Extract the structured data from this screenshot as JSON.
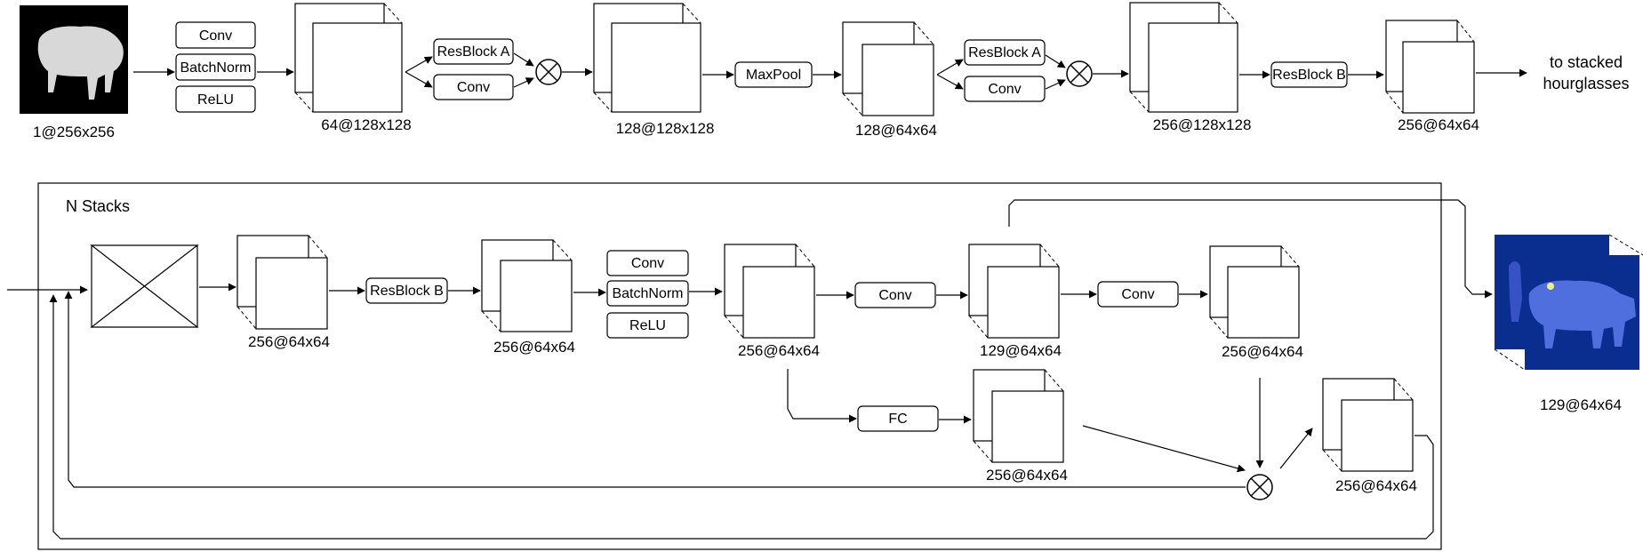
{
  "colors": {
    "line": "#000000",
    "heatmap_bg": "#0a2e8f",
    "heatmap_shape": "#4f6fdf",
    "heatmap_dark": "#3652c4",
    "keypoint": "#f2f27a"
  },
  "top": {
    "input_dim": "1@256x256",
    "stem": [
      "Conv",
      "BatchNorm",
      "ReLU"
    ],
    "dims": [
      "64@128x128",
      "128@128x128",
      "128@64x64",
      "256@128x128",
      "256@64x64"
    ],
    "resblock_a": "ResBlock A",
    "conv": "Conv",
    "maxpool": "MaxPool",
    "resblock_b": "ResBlock B",
    "output_line1": "to stacked",
    "output_line2": "hourglasses"
  },
  "stacks": {
    "title": "N Stacks",
    "resblock_b": "ResBlock B",
    "bn_block": [
      "Conv",
      "BatchNorm",
      "ReLU"
    ],
    "conv": "Conv",
    "fc": "FC",
    "dims": [
      "256@64x64",
      "256@64x64",
      "256@64x64",
      "129@64x64",
      "256@64x64",
      "256@64x64",
      "256@64x64"
    ]
  },
  "heatmap": {
    "dim": "129@64x64",
    "icon": "heatmap-image"
  },
  "input_image": {
    "icon": "animal-silhouette-image"
  }
}
